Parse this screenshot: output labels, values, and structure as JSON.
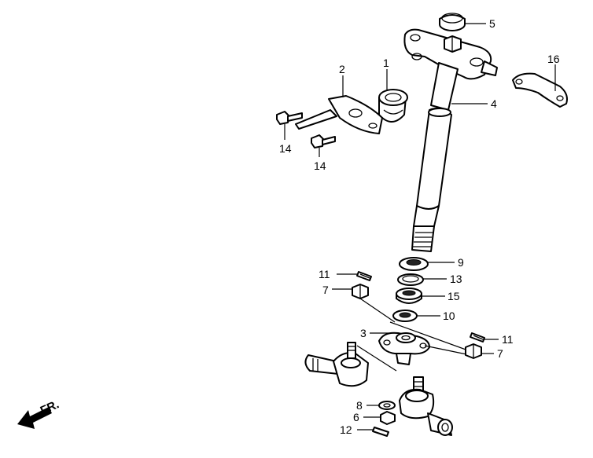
{
  "callouts": [
    {
      "id": "c5",
      "label": "5"
    },
    {
      "id": "c1",
      "label": "1"
    },
    {
      "id": "c2",
      "label": "2"
    },
    {
      "id": "c16",
      "label": "16"
    },
    {
      "id": "c4",
      "label": "4"
    },
    {
      "id": "c14a",
      "label": "14"
    },
    {
      "id": "c14b",
      "label": "14"
    },
    {
      "id": "c9",
      "label": "9"
    },
    {
      "id": "c13",
      "label": "13"
    },
    {
      "id": "c11a",
      "label": "11"
    },
    {
      "id": "c7a",
      "label": "7"
    },
    {
      "id": "c15",
      "label": "15"
    },
    {
      "id": "c10",
      "label": "10"
    },
    {
      "id": "c3",
      "label": "3"
    },
    {
      "id": "c11b",
      "label": "11"
    },
    {
      "id": "c7b",
      "label": "7"
    },
    {
      "id": "c8",
      "label": "8"
    },
    {
      "id": "c6",
      "label": "6"
    },
    {
      "id": "c12",
      "label": "12"
    }
  ],
  "direction_marker": {
    "label": "FR."
  },
  "icons": {
    "direction": "arrow-left-down-icon"
  }
}
